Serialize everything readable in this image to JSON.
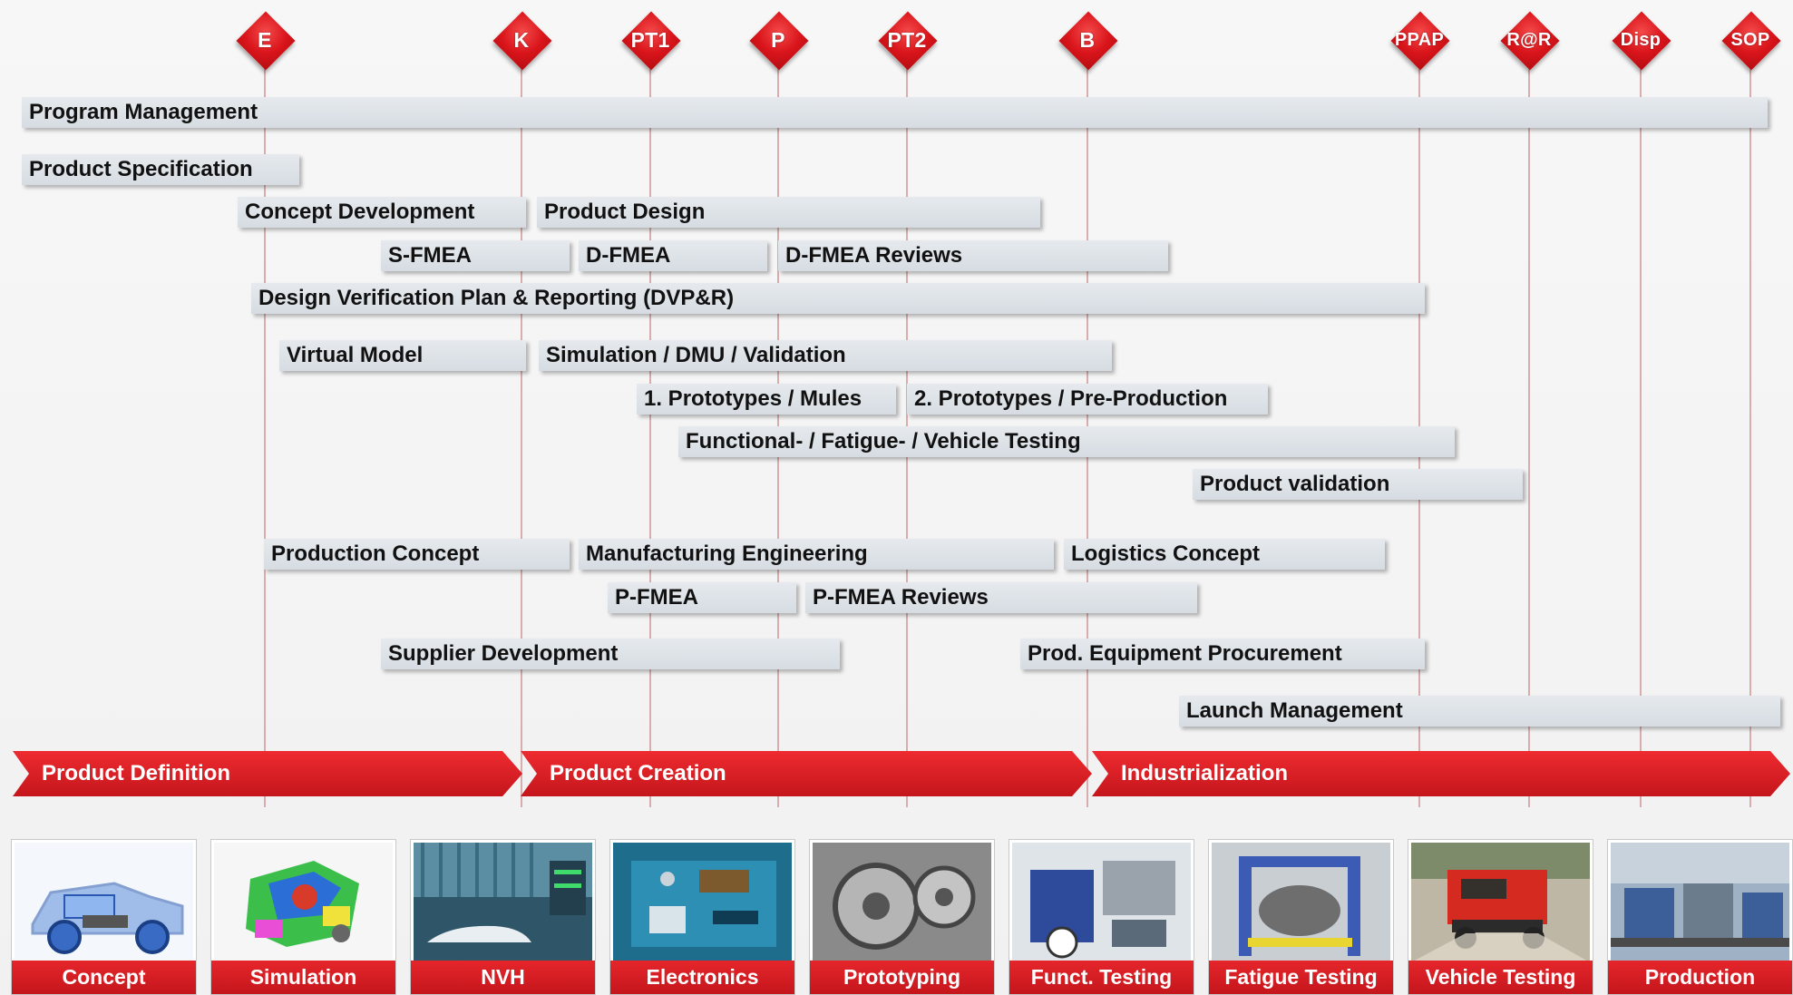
{
  "gates": [
    "E",
    "K",
    "PT1",
    "P",
    "PT2",
    "B",
    "PPAP",
    "R@R",
    "Disp",
    "SOP"
  ],
  "activities": {
    "program_management": "Program Management",
    "product_specification": "Product Specification",
    "concept_development": "Concept Development",
    "product_design": "Product Design",
    "s_fmea": "S-FMEA",
    "d_fmea": "D-FMEA",
    "d_fmea_reviews": "D-FMEA Reviews",
    "dvpr": "Design Verification Plan & Reporting (DVP&R)",
    "virtual_model": "Virtual Model",
    "simulation_dmu_validation": "Simulation / DMU / Validation",
    "prototypes_mules": "1. Prototypes / Mules",
    "prototypes_preproduction": "2. Prototypes / Pre-Production",
    "functional_testing": "Functional- / Fatigue- / Vehicle Testing",
    "product_validation": "Product validation",
    "production_concept": "Production Concept",
    "manufacturing_engineering": "Manufacturing Engineering",
    "logistics_concept": "Logistics Concept",
    "p_fmea": "P-FMEA",
    "p_fmea_reviews": "P-FMEA Reviews",
    "supplier_development": "Supplier Development",
    "prod_equipment_procurement": "Prod. Equipment Procurement",
    "launch_management": "Launch Management"
  },
  "phases": [
    "Product Definition",
    "Product Creation",
    "Industrialization"
  ],
  "tiles": [
    "Concept",
    "Simulation",
    "NVH",
    "Electronics",
    "Prototyping",
    "Funct. Testing",
    "Fatigue Testing",
    "Vehicle Testing",
    "Production"
  ],
  "colors": {
    "accent_red": "#d9151b",
    "bar_grey": "#dde2e7",
    "gate_line": "#d4a5a5"
  }
}
